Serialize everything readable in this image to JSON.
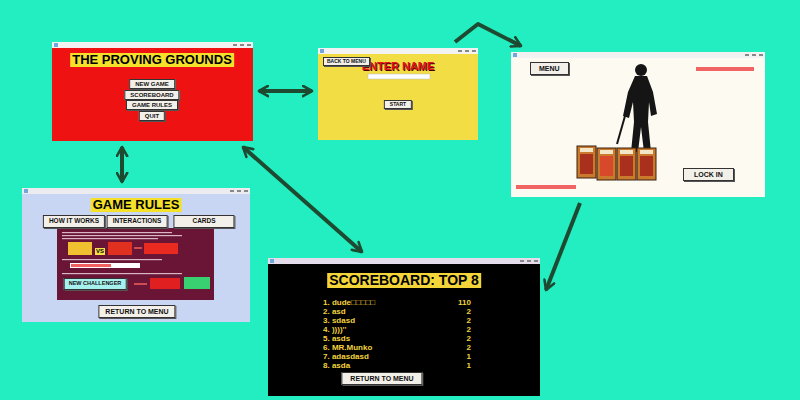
{
  "diagram": {
    "nodes": [
      {
        "text": [
          "THE PROVING GROUNDS"
        ]
      },
      {
        "text": [
          "NEW GAME"
        ],
        "in": 0
      },
      {
        "text": [
          "SCOREBOARD"
        ],
        "in": 0
      },
      {
        "text": [
          "GAME RULES"
        ],
        "in": 0
      },
      {
        "text": [
          "QUIT"
        ],
        "in": 0
      },
      {
        "text": [
          "ENTER NAME"
        ]
      },
      {
        "text": [
          "BACK TO MENU"
        ],
        "in": 5
      },
      {
        "text": [
          "START"
        ],
        "in": 5
      },
      {
        "text": []
      },
      {
        "text": [
          "MENU"
        ],
        "in": 8
      },
      {
        "text": [
          "LOCK IN"
        ],
        "in": 8
      },
      {
        "text": [
          "GAME RULES"
        ]
      },
      {
        "text": [
          "HOW IT WORKS"
        ],
        "in": 11
      },
      {
        "text": [
          "INTERACTIONS"
        ],
        "in": 11
      },
      {
        "text": [
          "CARDS"
        ],
        "in": 11
      },
      {
        "text": [
          "NEW CHALLENGER"
        ],
        "in": 11
      },
      {
        "text": [
          "RETURN TO MENU"
        ],
        "in": 11
      },
      {
        "text": [
          "SCOREBOARD: TOP 8",
          "1. dude□□□□□",
          "110",
          "2. asd",
          "2",
          "3. sdasd",
          "2",
          "4. ))))''",
          "2",
          "5. asds",
          "2",
          "6. MR.Munko",
          "2",
          "7. adasdasd",
          "1",
          "8. asda",
          "1"
        ]
      },
      {
        "text": [
          "RETURN TO MENU"
        ],
        "in": 17
      }
    ],
    "edges": [
      {
        "from": 0,
        "to": 5,
        "arrow": "both"
      },
      {
        "from": 0,
        "to": 11,
        "arrow": "both"
      },
      {
        "from": 0,
        "to": 17,
        "arrow": "both"
      },
      {
        "from": 5,
        "to": 8,
        "arrow": "to"
      },
      {
        "from": 8,
        "to": 17,
        "arrow": "to"
      }
    ],
    "labels": [
      "VS"
    ]
  }
}
